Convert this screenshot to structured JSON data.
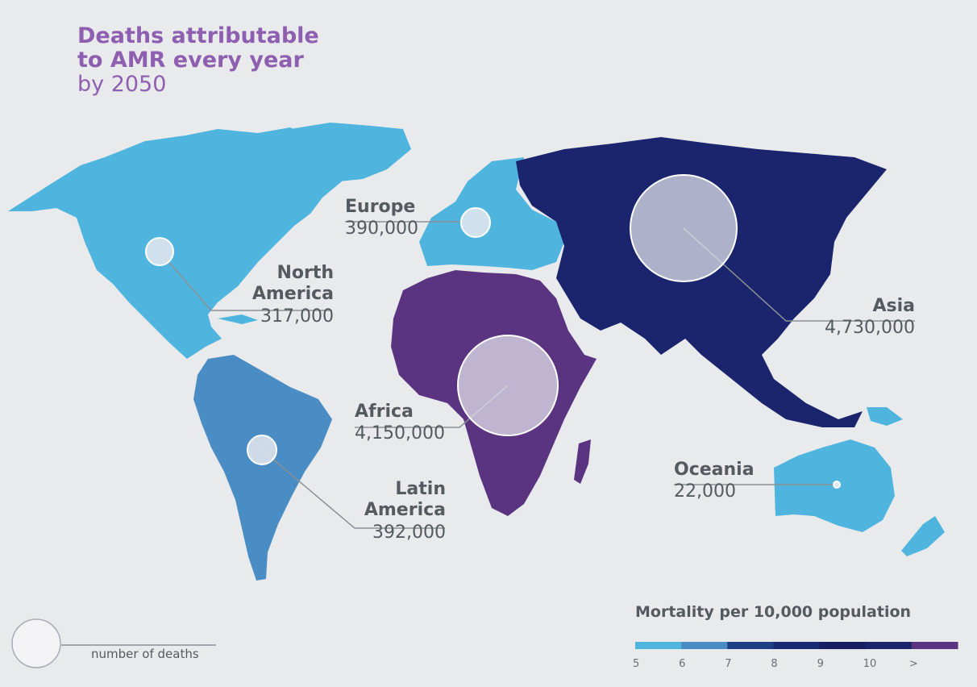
{
  "title": {
    "line1": "Deaths attributable",
    "line2": "to AMR every year",
    "line3": "by 2050"
  },
  "colors": {
    "background": "#e9eaec",
    "title": "#8e5fb0",
    "label_text": "#555a60",
    "north_america": "#4fb5de",
    "europe": "#4fb5de",
    "oceania": "#4fb5de",
    "latin_america": "#4a8cc4",
    "asia": "#1a256e",
    "africa": "#5a3481",
    "bubble_fill": "#e6e7ee"
  },
  "regions": [
    {
      "id": "north-america",
      "name_line1": "North",
      "name_line2": "America",
      "deaths_label": "317,000",
      "deaths": 317000
    },
    {
      "id": "europe",
      "name_line1": "Europe",
      "name_line2": "",
      "deaths_label": "390,000",
      "deaths": 390000
    },
    {
      "id": "asia",
      "name_line1": "Asia",
      "name_line2": "",
      "deaths_label": "4,730,000",
      "deaths": 4730000
    },
    {
      "id": "africa",
      "name_line1": "Africa",
      "name_line2": "",
      "deaths_label": "4,150,000",
      "deaths": 4150000
    },
    {
      "id": "latin-america",
      "name_line1": "Latin",
      "name_line2": "America",
      "deaths_label": "392,000",
      "deaths": 392000
    },
    {
      "id": "oceania",
      "name_line1": "Oceania",
      "name_line2": "",
      "deaths_label": "22,000",
      "deaths": 22000
    }
  ],
  "legend": {
    "title": "Mortality per 10,000 population",
    "ticks": [
      "5",
      "6",
      "7",
      "8",
      "9",
      "10",
      ">"
    ],
    "segment_colors": [
      "#4fb5de",
      "#4a8cc4",
      "#1e3f86",
      "#1a2a72",
      "#161e60",
      "#1a256e",
      "#5a3481"
    ],
    "bubble_caption": "number of deaths"
  }
}
